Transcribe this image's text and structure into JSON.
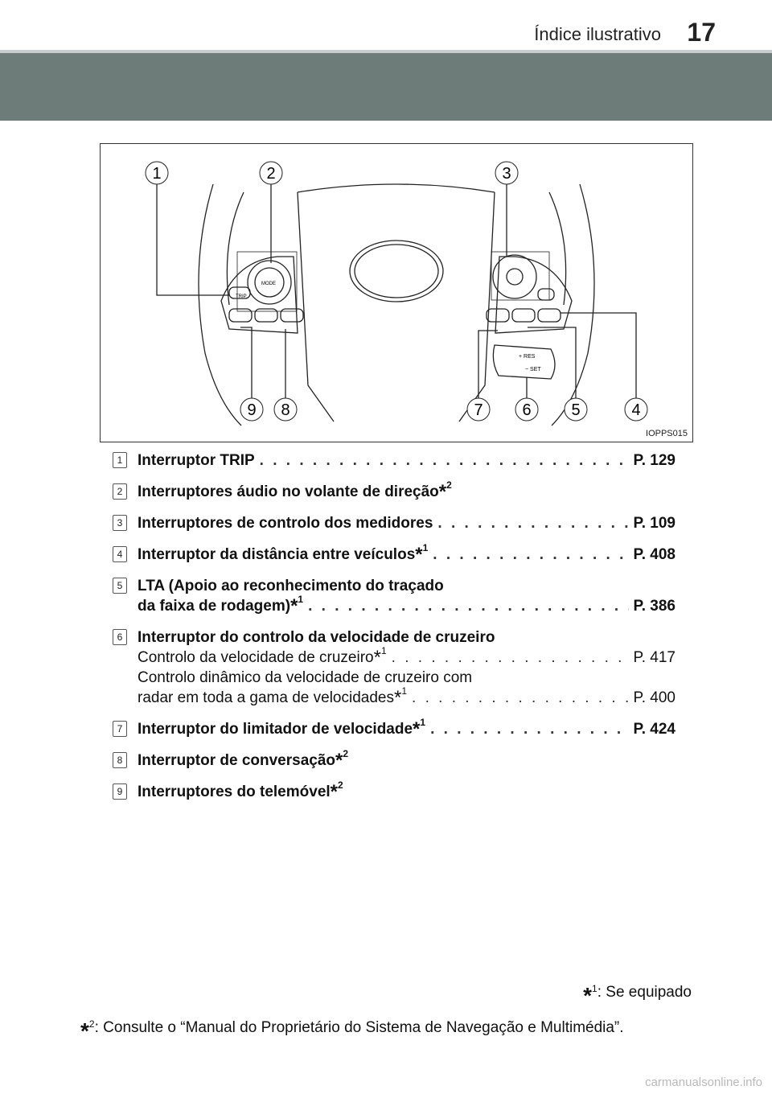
{
  "header": {
    "title": "Índice ilustrativo",
    "page_number": "17"
  },
  "figure": {
    "code": "IOPPS015",
    "callouts": [
      "1",
      "2",
      "3",
      "4",
      "5",
      "6",
      "7",
      "8",
      "9"
    ],
    "switch_labels": {
      "trip": "TRIP",
      "mode": "MODE",
      "res": "+ RES",
      "set": "− SET"
    }
  },
  "items": [
    {
      "n": "1",
      "lines": [
        {
          "text": "Interruptor TRIP",
          "sup": "",
          "page": "P. 129",
          "bold": true
        }
      ]
    },
    {
      "n": "2",
      "lines": [
        {
          "text": "Interruptores áudio no volante de direção",
          "sup": "2",
          "page": "",
          "bold": true
        }
      ]
    },
    {
      "n": "3",
      "lines": [
        {
          "text": "Interruptores de controlo dos medidores",
          "sup": "",
          "page": "P. 109",
          "bold": true
        }
      ]
    },
    {
      "n": "4",
      "lines": [
        {
          "text": "Interruptor da distância entre veículos",
          "sup": "1",
          "page": "P. 408",
          "bold": true
        }
      ]
    },
    {
      "n": "5",
      "lines": [
        {
          "text": "LTA (Apoio ao reconhecimento do traçado",
          "sup": "",
          "page": "",
          "bold": true
        },
        {
          "text": "da faixa de rodagem)",
          "sup": "1",
          "page": "P. 386",
          "bold": true
        }
      ]
    },
    {
      "n": "6",
      "lines": [
        {
          "text": "Interruptor do controlo da velocidade de cruzeiro",
          "sup": "",
          "page": "",
          "bold": true
        },
        {
          "text": "Controlo da velocidade de cruzeiro",
          "sup": "1",
          "page": "P. 417",
          "bold": false
        },
        {
          "text": "Controlo dinâmico da velocidade de cruzeiro com",
          "sup": "",
          "page": "",
          "bold": false
        },
        {
          "text": "radar em toda a gama de velocidades",
          "sup": "1",
          "page": "P. 400",
          "bold": false
        }
      ]
    },
    {
      "n": "7",
      "lines": [
        {
          "text": "Interruptor do limitador de velocidade",
          "sup": "1",
          "page": "P. 424",
          "bold": true
        }
      ]
    },
    {
      "n": "8",
      "lines": [
        {
          "text": "Interruptor de conversação",
          "sup": "2",
          "page": "",
          "bold": true
        }
      ]
    },
    {
      "n": "9",
      "lines": [
        {
          "text": "Interruptores do telemóvel",
          "sup": "2",
          "page": "",
          "bold": true
        }
      ]
    }
  ],
  "footnotes": {
    "fn1_mark": "1",
    "fn1_text": ": Se equipado",
    "fn2_mark": "2",
    "fn2_text": ": Consulte o “Manual do Proprietário do Sistema de Navegação e Multimédia”."
  },
  "watermark": "carmanualsonline.info"
}
